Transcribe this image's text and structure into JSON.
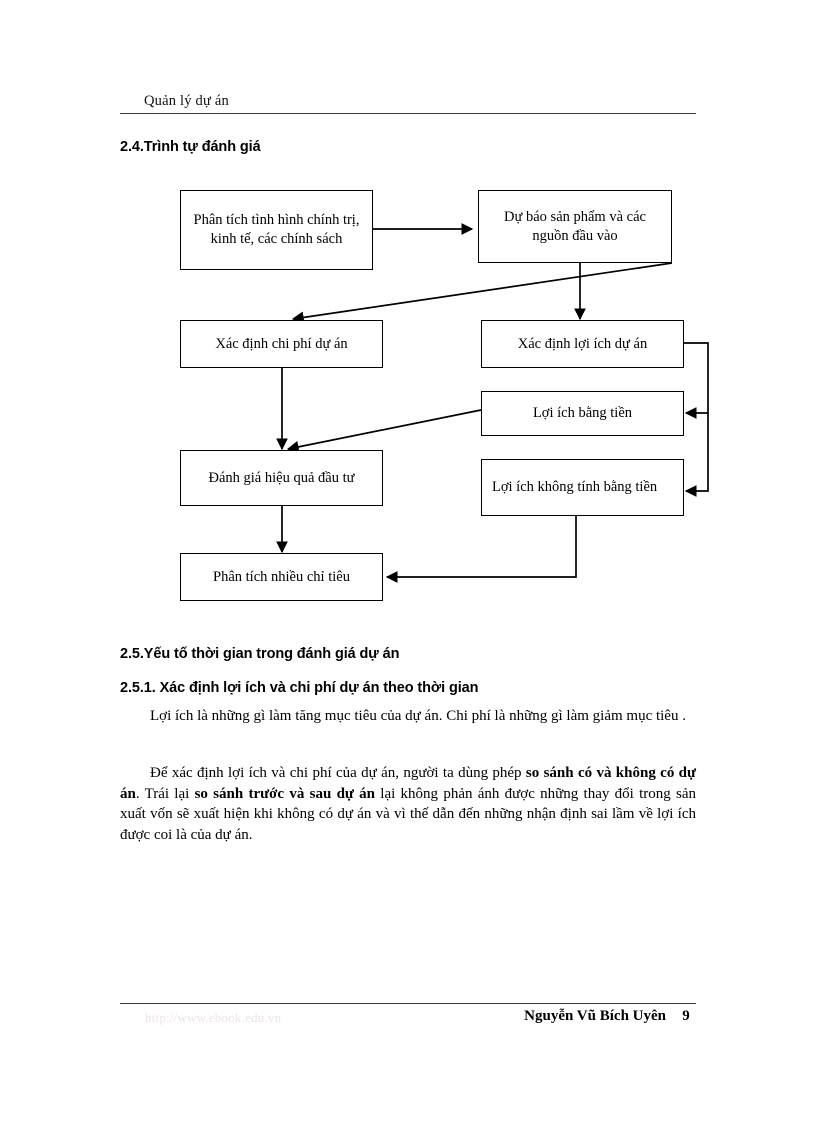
{
  "header": {
    "running_title": "Quản lý dự án"
  },
  "headings": {
    "sec_2_4": "2.4.Trình tự đánh giá",
    "sec_2_5": "2.5.Yếu tố thời gian trong đánh giá dự án",
    "sec_2_5_1": "2.5.1. Xác định lợi ích và chi phí dự án theo thời gian"
  },
  "diagram": {
    "nodes": [
      {
        "id": "phan-tich-tinh-hinh",
        "label": "Phân tích tình hình chính trị, kinh tế, các chính sách"
      },
      {
        "id": "du-bao-san-pham",
        "label": "Dự báo sản phẩm và các nguồn đầu vào"
      },
      {
        "id": "xac-dinh-chi-phi",
        "label": "Xác định chi phí dự án"
      },
      {
        "id": "xac-dinh-loi-ich",
        "label": "Xác định lợi ích dự án"
      },
      {
        "id": "loi-ich-bang-tien",
        "label": "Lợi ích bằng tiền"
      },
      {
        "id": "loi-ich-khong-tinh-bang-tien",
        "label": "Lợi ích không tính bằng tiền"
      },
      {
        "id": "danh-gia-hieu-qua",
        "label": "Đánh giá hiệu quả đầu tư"
      },
      {
        "id": "phan-tich-nhieu-chi-tieu",
        "label": "Phân tích nhiều chỉ tiêu"
      }
    ],
    "edge_color": "#000000"
  },
  "body": {
    "para_1_a": "Lợi ích là những gì làm tăng mục tiêu của dự án. Chi phí là những gì làm giảm mục tiêu .",
    "para_2_pre": "Để xác định lợi ích và chi phí của dự án, người ta dùng phép ",
    "para_2_bold_1": "so sánh có và không có dự án",
    "para_2_mid": ". Trái lại ",
    "para_2_bold_2": "so sánh trước và sau dự án",
    "para_2_post": " lại không phản ánh được những thay đổi trong sản xuất vốn sẽ xuất hiện khi không có dự án và vì thế dẫn đến những nhận định sai lầm về lợi ích được coi là của dự án."
  },
  "footer": {
    "watermark": "http://www.ebook.edu.vn",
    "author": "Nguyễn Vũ Bích Uyên",
    "page_number": "9"
  }
}
